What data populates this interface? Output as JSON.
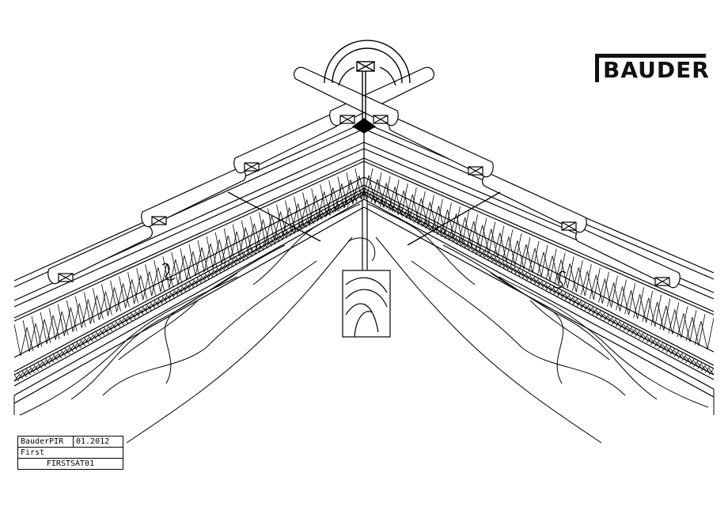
{
  "logo": {
    "text": "BAUDER"
  },
  "title_block": {
    "product": "BauderPIR",
    "date": "01.2012",
    "detail": "First",
    "drawing_code": "FIRSTSAT01"
  }
}
